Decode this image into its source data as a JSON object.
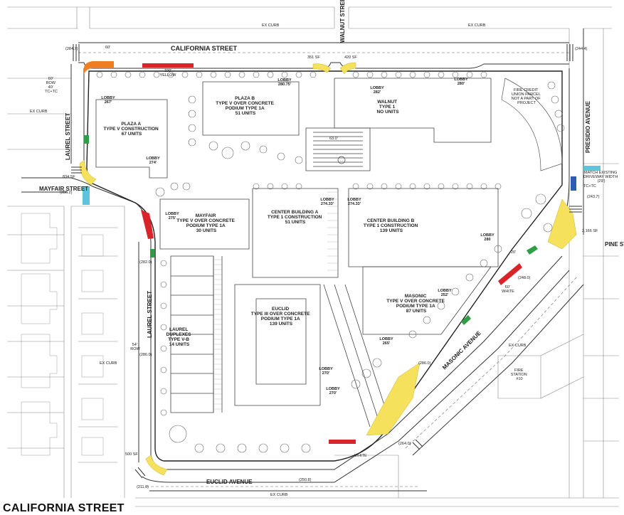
{
  "streets": {
    "california": "CALIFORNIA STREET",
    "walnut": "WALNUT STREET",
    "laurel_north": "LAUREL STREET",
    "laurel_south": "LAUREL STREET",
    "mayfair": "MAYFAIR STREET",
    "presidio": "PRESIDIO AVENUE",
    "pine": "PINE STREET",
    "masonic": "MASONIC AVENUE",
    "euclid": "EUCLID AVENUE"
  },
  "buildings": [
    {
      "id": "plaza-a",
      "lines": [
        "PLAZA A",
        "TYPE V CONSTRUCTION",
        "67 UNITS"
      ]
    },
    {
      "id": "plaza-b",
      "lines": [
        "PLAZA B",
        "TYPE V OVER CONCRETE",
        "PODIUM TYPE 1A",
        "51 UNITS"
      ]
    },
    {
      "id": "walnut",
      "lines": [
        "WALNUT",
        "TYPE 1",
        "NO UNITS"
      ]
    },
    {
      "id": "mayfair",
      "lines": [
        "MAYFAIR",
        "TYPE V OVER CONCRETE",
        "PODIUM TYPE 1A",
        "30 UNITS"
      ]
    },
    {
      "id": "center-a",
      "lines": [
        "CENTER BUILDING A",
        "TYPE 1 CONSTRUCTION",
        "51 UNITS"
      ]
    },
    {
      "id": "center-b",
      "lines": [
        "CENTER BUILDING B",
        "TYPE 1 CONSTRUCTION",
        "139 UNITS"
      ]
    },
    {
      "id": "masonic",
      "lines": [
        "MASONIC",
        "TYPE V OVER CONCRETE",
        "PODIUM TYPE 1A",
        "87 UNITS"
      ]
    },
    {
      "id": "laurel-duplexes",
      "lines": [
        "LAUREL",
        "DUPLEXES",
        "TYPE V-B",
        "14 UNITS"
      ]
    },
    {
      "id": "euclid",
      "lines": [
        "EUCLID",
        "TYPE III OVER CONCRETE",
        "PODIUM TYPE 1A",
        "139 UNITS"
      ]
    }
  ],
  "lobbies": {
    "plaza_b": [
      "LOBBY",
      "280.75'"
    ],
    "walnut_west": [
      "LOBBY",
      "282'"
    ],
    "walnut_east": [
      "LOBBY",
      "280'"
    ],
    "plaza_a_north": [
      "LOBBY",
      "267'"
    ],
    "plaza_a_south": [
      "LOBBY",
      "274'"
    ],
    "mayfair": [
      "LOBBY",
      "275'"
    ],
    "center_a": [
      "LOBBY",
      "274.33'"
    ],
    "center_b": [
      "LOBBY",
      "274.33'"
    ],
    "east": [
      "LOBBY",
      "280"
    ],
    "masonic_north": [
      "LOBBY",
      "252'"
    ],
    "masonic_south": [
      "LOBBY",
      "265'"
    ],
    "euclid_north": [
      "LOBBY",
      "270'"
    ],
    "euclid_south": [
      "LOBBY",
      "270'"
    ]
  },
  "annotations": {
    "ex_curb_top_center": "EX CURB",
    "ex_curb_top_right": "EX CURB",
    "ex_curb_left": "EX CURB",
    "ex_curb_left_south": "EX CURB",
    "ex_curb_masonic": "EX CURB",
    "ex_curb_euclid": "EX CURB",
    "fire_credit_union": [
      "FIRE CREDIT",
      "UNION PARCEL",
      "NOT A PART OF",
      "PROJECT"
    ],
    "fire_station": [
      "FIRE",
      "STATION",
      "#10"
    ],
    "match_driveway": [
      "MATCH EXISTING",
      "DRIVEWAY WIDTH",
      "(29')"
    ],
    "row_40": [
      "60'",
      "ROW",
      "40'",
      "TC+TC"
    ],
    "row_54": [
      "54'",
      "ROW"
    ],
    "yellow_100": "100'",
    "yellow_label": "YELLOW",
    "white_60": [
      "60'",
      "WHITE"
    ],
    "white_bottom": "WHITE",
    "sf_351": "351 SF",
    "sf_420": "420 SF",
    "sf_834": "834 SF",
    "sf_2166": "2,166 SF",
    "sf_500": "500 SF",
    "dim_60": "60'",
    "dim_63": "63.0'",
    "dim_20": "20'",
    "tc_tc": "TC+TC",
    "elev_2847": "(284.7)",
    "elev_2444": "(244.4)",
    "elev_2537": "(243.7)",
    "elev_2862": "(286.2)",
    "elev_2820": "(282.0)",
    "elev_2860": "(286.0)",
    "elev_2640": "(264.0)",
    "elev_2860b": "(286.0)",
    "elev_2483": "(248.0)",
    "elev_2110": "(211.0)",
    "elev_2508": "(250.8)"
  },
  "footer": {
    "title": "CALIFORNIA STREET"
  },
  "colors": {
    "curb_orange": "#ef7d22",
    "red_zone": "#d9252a",
    "yellow_zone": "#f5e15c",
    "green_zone": "#2f9e44",
    "blue_zone": "#2a5fb0",
    "cyan_zone": "#5fc3d9"
  }
}
